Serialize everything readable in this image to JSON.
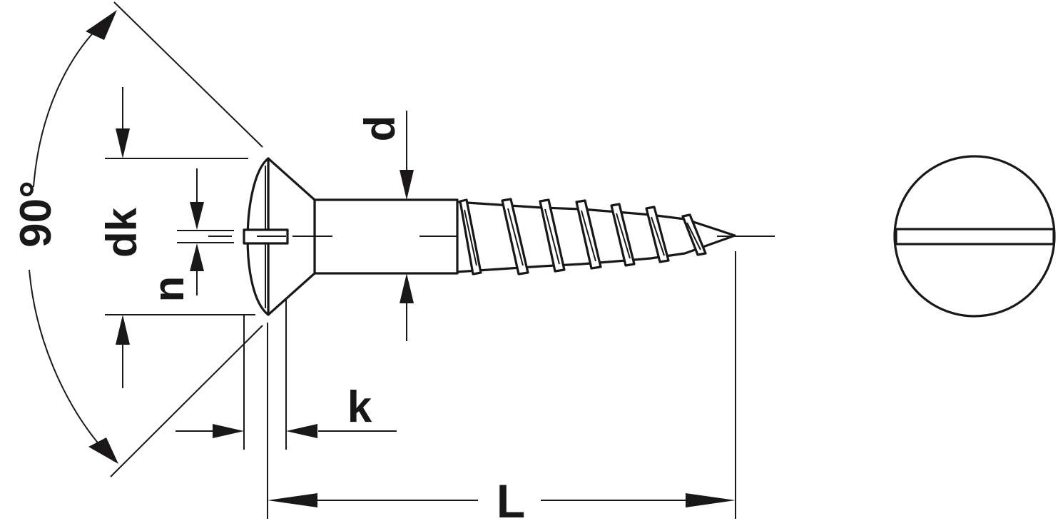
{
  "diagram": {
    "kind": "technical drawing of a slotted countersunk raised-head wood screw",
    "labels": {
      "angle": "90°",
      "head_diameter": "dk",
      "slot_width": "n",
      "shank_diameter": "d",
      "head_height": "k",
      "length": "L"
    },
    "colors": {
      "line": "#1a1718",
      "background": "#ffffff"
    }
  }
}
